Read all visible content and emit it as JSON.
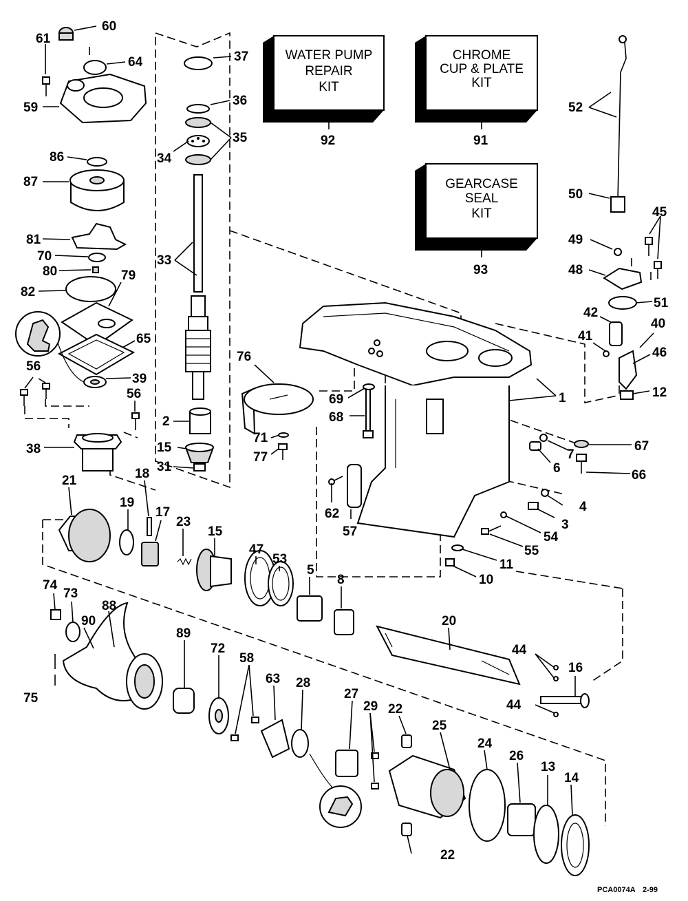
{
  "kits": [
    {
      "id": "92",
      "lines": [
        "WATER PUMP",
        "REPAIR",
        "KIT"
      ]
    },
    {
      "id": "91",
      "lines": [
        "CHROME",
        "CUP & PLATE",
        "KIT"
      ]
    },
    {
      "id": "93",
      "lines": [
        "GEARCASE",
        "SEAL",
        "KIT"
      ]
    }
  ],
  "callouts": {
    "c60": "60",
    "c61": "61",
    "c64": "64",
    "c59": "59",
    "c86": "86",
    "c87": "87",
    "c81": "81",
    "c70": "70",
    "c80": "80",
    "c82": "82",
    "c79": "79",
    "c65": "65",
    "c39": "39",
    "c56a": "56",
    "c56b": "56",
    "c38": "38",
    "c37": "37",
    "c36": "36",
    "c35": "35",
    "c34": "34",
    "c33": "33",
    "c2": "2",
    "c15a": "15",
    "c31": "31",
    "c21": "21",
    "c19": "19",
    "c18": "18",
    "c17": "17",
    "c23": "23",
    "c15b": "15",
    "c47": "47",
    "c53": "53",
    "c5": "5",
    "c8": "8",
    "c76": "76",
    "c69": "69",
    "c68": "68",
    "c71": "71",
    "c77": "77",
    "c62": "62",
    "c57": "57",
    "c1": "1",
    "c52": "52",
    "c50": "50",
    "c45": "45",
    "c49": "49",
    "c48": "48",
    "c51": "51",
    "c42": "42",
    "c40": "40",
    "c41": "41",
    "c46": "46",
    "c12": "12",
    "c67": "67",
    "c7": "7",
    "c6": "6",
    "c66": "66",
    "c4": "4",
    "c3": "3",
    "c54": "54",
    "c55": "55",
    "c11": "11",
    "c10": "10",
    "c74": "74",
    "c73": "73",
    "c88": "88",
    "c90": "90",
    "c75": "75",
    "c89": "89",
    "c72": "72",
    "c58": "58",
    "c63": "63",
    "c28": "28",
    "c20": "20",
    "c44a": "44",
    "c44b": "44",
    "c16": "16",
    "c27": "27",
    "c29": "29",
    "c22a": "22",
    "c22b": "22",
    "c25": "25",
    "c24": "24",
    "c26": "26",
    "c13": "13",
    "c14": "14"
  },
  "footer": {
    "code": "PCA0074A",
    "date": "2-99"
  }
}
